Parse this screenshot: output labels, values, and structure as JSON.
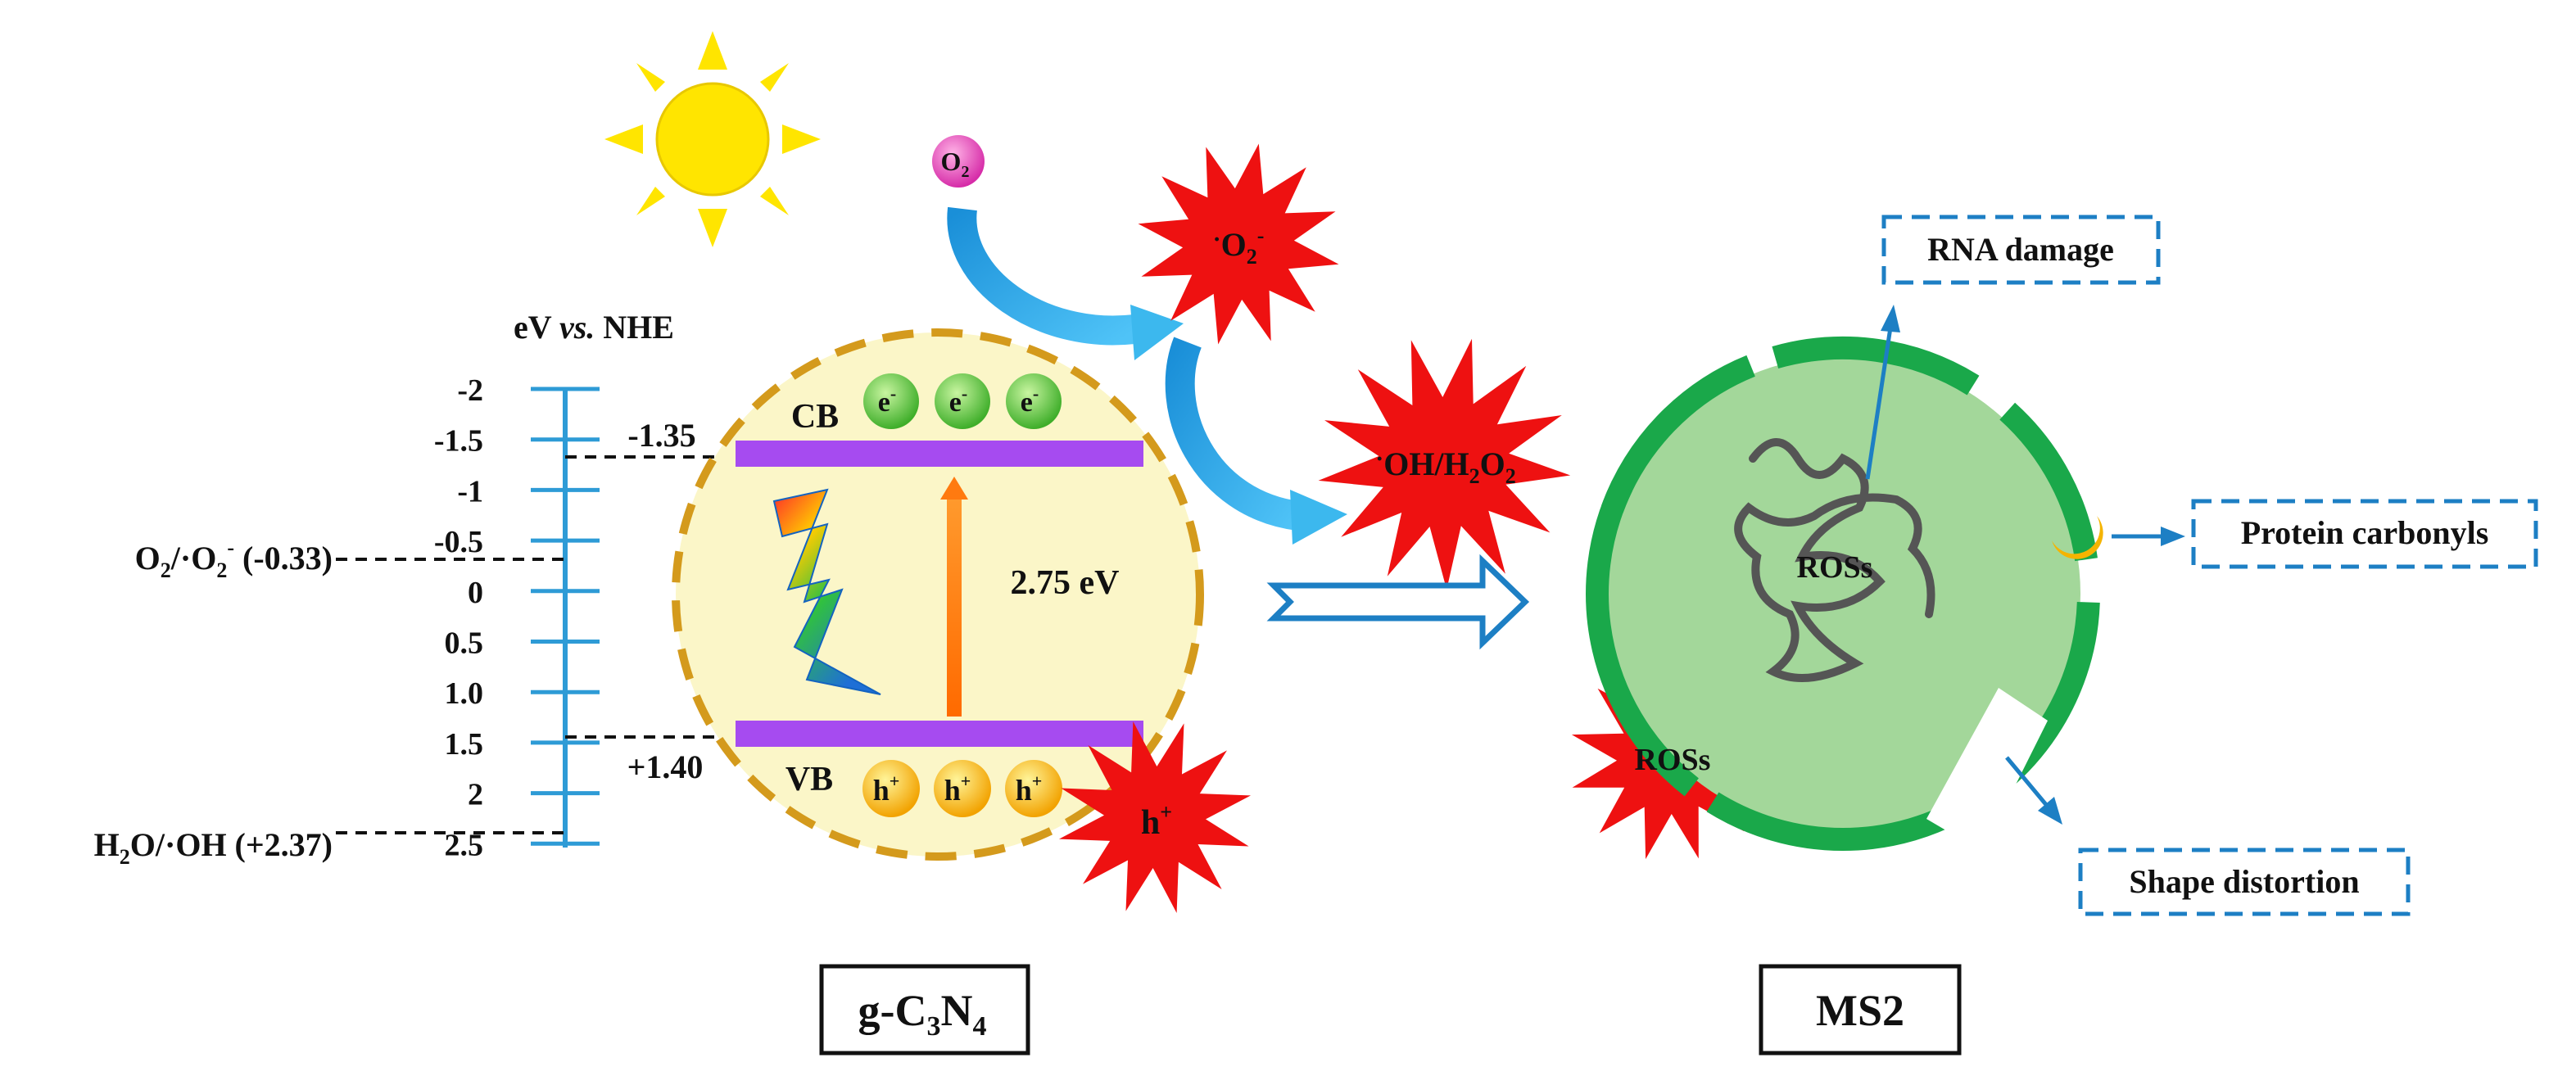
{
  "scale": {
    "unit_label_pre": "eV ",
    "unit_label_vs": "vs.",
    "unit_label_post": " NHE",
    "ticks": [
      "-2",
      "-1.5",
      "-1",
      "-0.5",
      "0",
      "0.5",
      "1.0",
      "1.5",
      "2",
      "2.5"
    ]
  },
  "redox": {
    "o2_couple": {
      "pre": "O",
      "sub": "2",
      "mid": "/·O",
      "sub2": "2",
      "sup": "-",
      "post": " (-0.33)"
    },
    "h2o_couple": {
      "pre": "H",
      "sub": "2",
      "post": "O/·OH (+2.37)"
    }
  },
  "catalyst": {
    "cb_label": "CB",
    "vb_label": "VB",
    "cb_value": "-1.35",
    "vb_value": "+1.40",
    "bandgap": "2.75 eV",
    "electron": "e",
    "electron_sup": "-",
    "hole": "h",
    "hole_sup": "+",
    "name_pre": "g-C",
    "name_sub1": "3",
    "name_mid": "N",
    "name_sub2": "4"
  },
  "species": {
    "o2": "O",
    "o2_sub": "2",
    "superoxide_dot": "·",
    "superoxide": "O",
    "superoxide_sub": "2",
    "superoxide_sup": "-",
    "hydroxyl_dot": "·",
    "hydroxyl_pre": "OH/H",
    "hydroxyl_sub1": "2",
    "hydroxyl_mid": "O",
    "hydroxyl_sub2": "2",
    "hole_burst": "h",
    "hole_burst_sup": "+"
  },
  "virus": {
    "name": "MS2",
    "ros_inside": "ROSs",
    "ros_outside": "ROSs",
    "effects": {
      "rna": "RNA damage",
      "protein": "Protein carbonyls",
      "shape": "Shape distortion"
    }
  },
  "colors": {
    "scale_blue": "#2e9bd6",
    "band_purple": "#a64bf0",
    "circle_fill": "#fbf6c8",
    "circle_border": "#d49a1c",
    "burst_red": "#ee1111",
    "virus_fill": "#a3d79a",
    "virus_shell": "#1aa84a",
    "arrow_blue": "#1d7fc4",
    "sun_yellow": "#ffe500"
  }
}
